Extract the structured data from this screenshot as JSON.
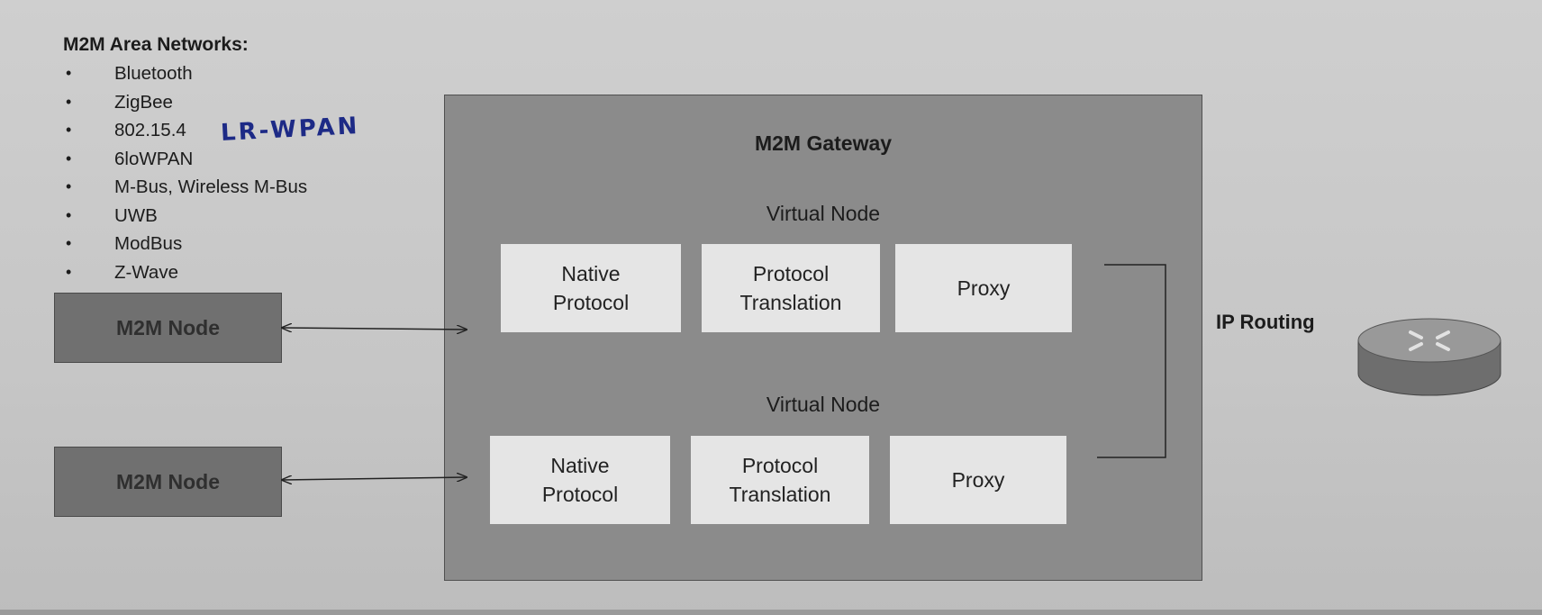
{
  "area_networks": {
    "title": "M2M Area Networks:",
    "items": [
      "Bluetooth",
      "ZigBee",
      "802.15.4",
      "6loWPAN",
      "M-Bus, Wireless M-Bus",
      "UWB",
      "ModBus",
      "Z-Wave"
    ],
    "annotation": "LR-WPAN"
  },
  "nodes": [
    "M2M Node",
    "M2M Node"
  ],
  "gateway": {
    "title": "M2M Gateway",
    "virtual_nodes": [
      {
        "title": "Virtual Node",
        "native": [
          "Native",
          "Protocol"
        ],
        "translation": [
          "Protocol",
          "Translation"
        ],
        "proxy": "Proxy"
      },
      {
        "title": "Virtual Node",
        "native": [
          "Native",
          "Protocol"
        ],
        "translation": [
          "Protocol",
          "Translation"
        ],
        "proxy": "Proxy"
      }
    ]
  },
  "routing_label": "IP Routing",
  "router_icon": "router-icon",
  "colors": {
    "handwriting": "#1d2a86",
    "gateway": "#8b8b8b",
    "node": "#707070",
    "cell": "#e5e5e5",
    "router": "#8e8e8e"
  }
}
